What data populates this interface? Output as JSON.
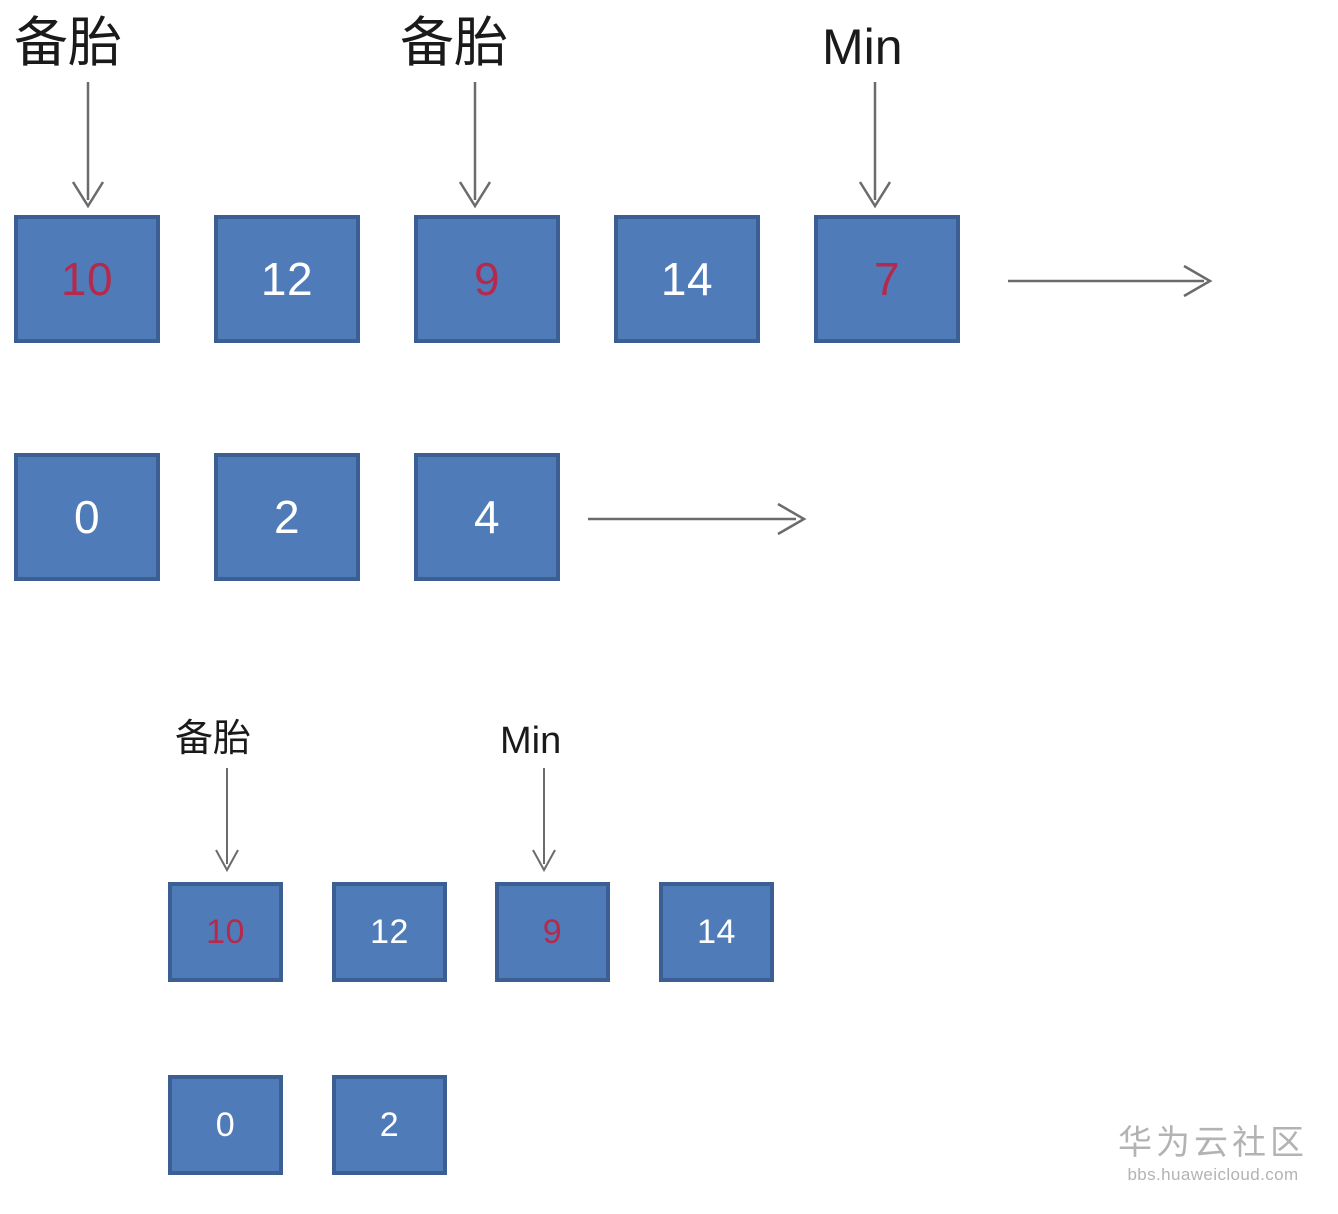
{
  "diagram": {
    "title_text": "",
    "colors": {
      "box_fill": "#4f7cb8",
      "box_border": "#3b5f93",
      "value_normal": "#ffffff",
      "value_marked": "#b5294d",
      "label_text": "#1a1a1a",
      "arrow_stroke": "#6b6b6b",
      "background": "#ffffff",
      "watermark": "#b3b3b3"
    },
    "rows": [
      {
        "id": "row-1-upper",
        "boxes": [
          {
            "value": "10",
            "marked": true
          },
          {
            "value": "12",
            "marked": false
          },
          {
            "value": "9",
            "marked": true
          },
          {
            "value": "14",
            "marked": false
          },
          {
            "value": "7",
            "marked": true
          }
        ]
      },
      {
        "id": "row-1-lower",
        "boxes": [
          {
            "value": "0",
            "marked": false
          },
          {
            "value": "2",
            "marked": false
          },
          {
            "value": "4",
            "marked": false
          }
        ]
      },
      {
        "id": "row-2-upper",
        "boxes": [
          {
            "value": "10",
            "marked": true
          },
          {
            "value": "12",
            "marked": false
          },
          {
            "value": "9",
            "marked": true
          },
          {
            "value": "14",
            "marked": false
          }
        ]
      },
      {
        "id": "row-2-lower",
        "boxes": [
          {
            "value": "0",
            "marked": false
          },
          {
            "value": "2",
            "marked": false
          }
        ]
      }
    ],
    "annotations": [
      {
        "id": "ann-1",
        "text": "备胎"
      },
      {
        "id": "ann-2",
        "text": "备胎"
      },
      {
        "id": "ann-3",
        "text": "Min"
      },
      {
        "id": "ann-4",
        "text": "备胎"
      },
      {
        "id": "ann-5",
        "text": "Min"
      }
    ],
    "flow_arrows": [
      {
        "id": "flow-arrow-top"
      },
      {
        "id": "flow-arrow-middle"
      }
    ]
  },
  "watermark": {
    "brand": "华为云社区",
    "url": "bbs.huaweicloud.com"
  }
}
